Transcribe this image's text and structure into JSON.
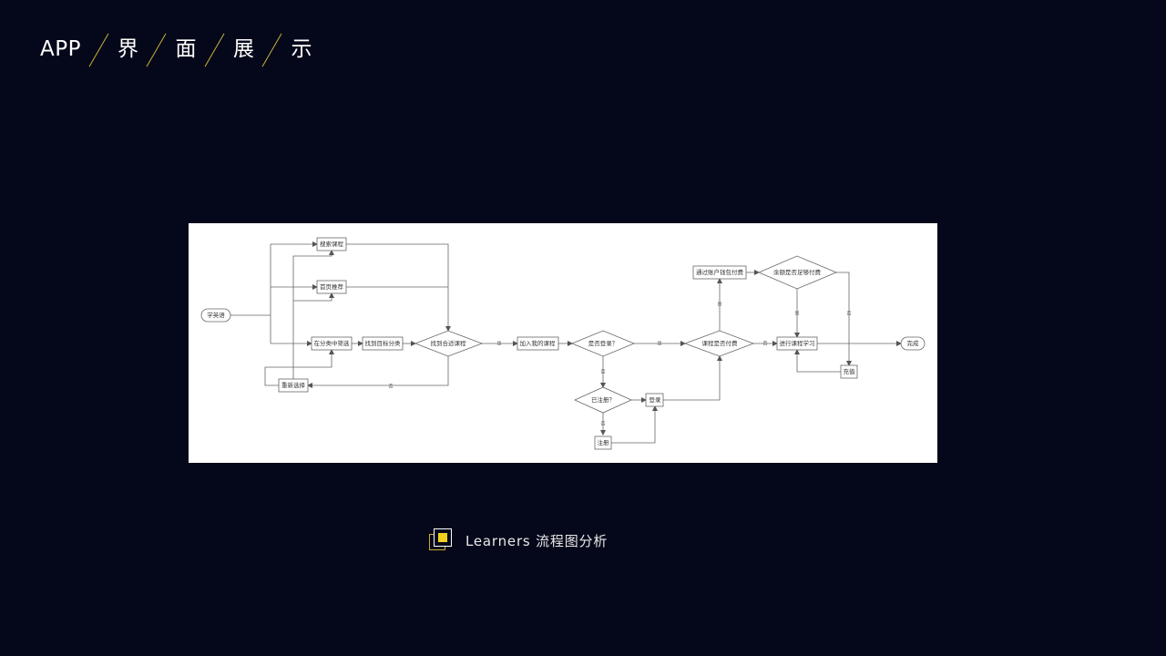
{
  "header": {
    "parts": [
      "APP",
      "界",
      "面",
      "展",
      "示"
    ],
    "accent_color": "#c9b23a"
  },
  "diagram": {
    "nodes": {
      "start": "学英语",
      "search": "搜索课程",
      "home": "首页推荐",
      "filter": "在分类中筛选",
      "find_category": "找到目标分类",
      "found": "找到合适课程",
      "reselect": "重新选择",
      "add_course": "加入我的课程",
      "logged_in": "是否登录？",
      "registered": "已注册？",
      "login": "登录",
      "signup": "注册",
      "paid": "课程是否付费",
      "pay": "通过账户钱包付费",
      "balance": "余额是否足够付费",
      "study": "进行课程学习",
      "recharge": "充值",
      "end": "完成"
    },
    "edge_labels": {
      "found_no": "否",
      "found_yes": "是",
      "logged_yes": "是",
      "logged_no": "否",
      "registered_no": "否",
      "paid_no": "否",
      "paid_yes": "是",
      "balance_yes": "是",
      "balance_no": "否"
    }
  },
  "caption": {
    "text": "Learners 流程图分析",
    "icon": "layered-square-icon",
    "icon_color": "#f2cf1d"
  }
}
